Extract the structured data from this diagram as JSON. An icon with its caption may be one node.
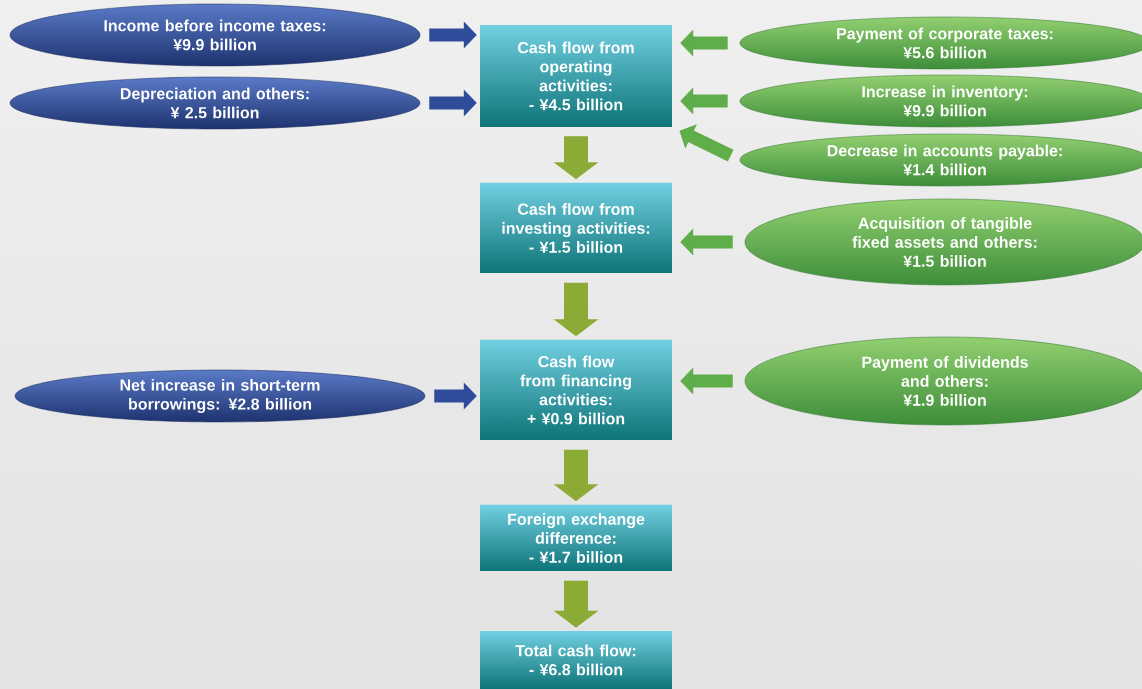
{
  "diagram": {
    "nodes": [
      {
        "text": [
          "Income before income taxes:",
          "¥9.9 billion"
        ]
      },
      {
        "text": [
          "Depreciation and others:",
          "¥ 2.5 billion"
        ]
      },
      {
        "text": [
          "Cash flow from operating activities:",
          "- ¥4.5 billion"
        ]
      },
      {
        "text": [
          "Payment of corporate taxes:",
          "¥5.6 billion"
        ]
      },
      {
        "text": [
          "Increase in inventory:",
          "¥9.9 billion"
        ]
      },
      {
        "text": [
          "Decrease in accounts payable:",
          "¥1.4 billion"
        ]
      },
      {
        "text": [
          "Cash flow from investing activities:",
          "- ¥1.5 billion"
        ]
      },
      {
        "text": [
          "Acquisition of tangible fixed assets and others:",
          "¥1.5 billion"
        ]
      },
      {
        "text": [
          "Net increase in short-term borrowings: ¥2.8 billion"
        ]
      },
      {
        "text": [
          "Cash flow from financing activities:",
          "+ ¥0.9 billion"
        ]
      },
      {
        "text": [
          "Payment of dividends and others:",
          "¥1.9 billion"
        ]
      },
      {
        "text": [
          "Foreign exchange difference:",
          "- ¥1.7 billion"
        ]
      },
      {
        "text": [
          "Total cash flow:",
          "- ¥6.8 billion"
        ]
      }
    ],
    "edges": [
      {
        "from": 0,
        "to": 2,
        "arrow": "to",
        "color": "#2e4c9a"
      },
      {
        "from": 1,
        "to": 2,
        "arrow": "to",
        "color": "#2e4c9a"
      },
      {
        "from": 3,
        "to": 2,
        "arrow": "to"
      },
      {
        "from": 4,
        "to": 2,
        "arrow": "to"
      },
      {
        "from": 5,
        "to": 2,
        "arrow": "to"
      },
      {
        "from": 2,
        "to": 6,
        "arrow": "to",
        "style": "thick",
        "color": "#8cab36"
      },
      {
        "from": 7,
        "to": 6,
        "arrow": "to"
      },
      {
        "from": 6,
        "to": 9,
        "arrow": "to",
        "style": "thick",
        "color": "#8cab36"
      },
      {
        "from": 8,
        "to": 9,
        "arrow": "to",
        "color": "#2e4c9a"
      },
      {
        "from": 10,
        "to": 9,
        "arrow": "to"
      },
      {
        "from": 9,
        "to": 11,
        "arrow": "to",
        "style": "thick",
        "color": "#8cab36"
      },
      {
        "from": 11,
        "to": 12,
        "arrow": "to",
        "style": "thick",
        "color": "#8cab36"
      }
    ]
  }
}
